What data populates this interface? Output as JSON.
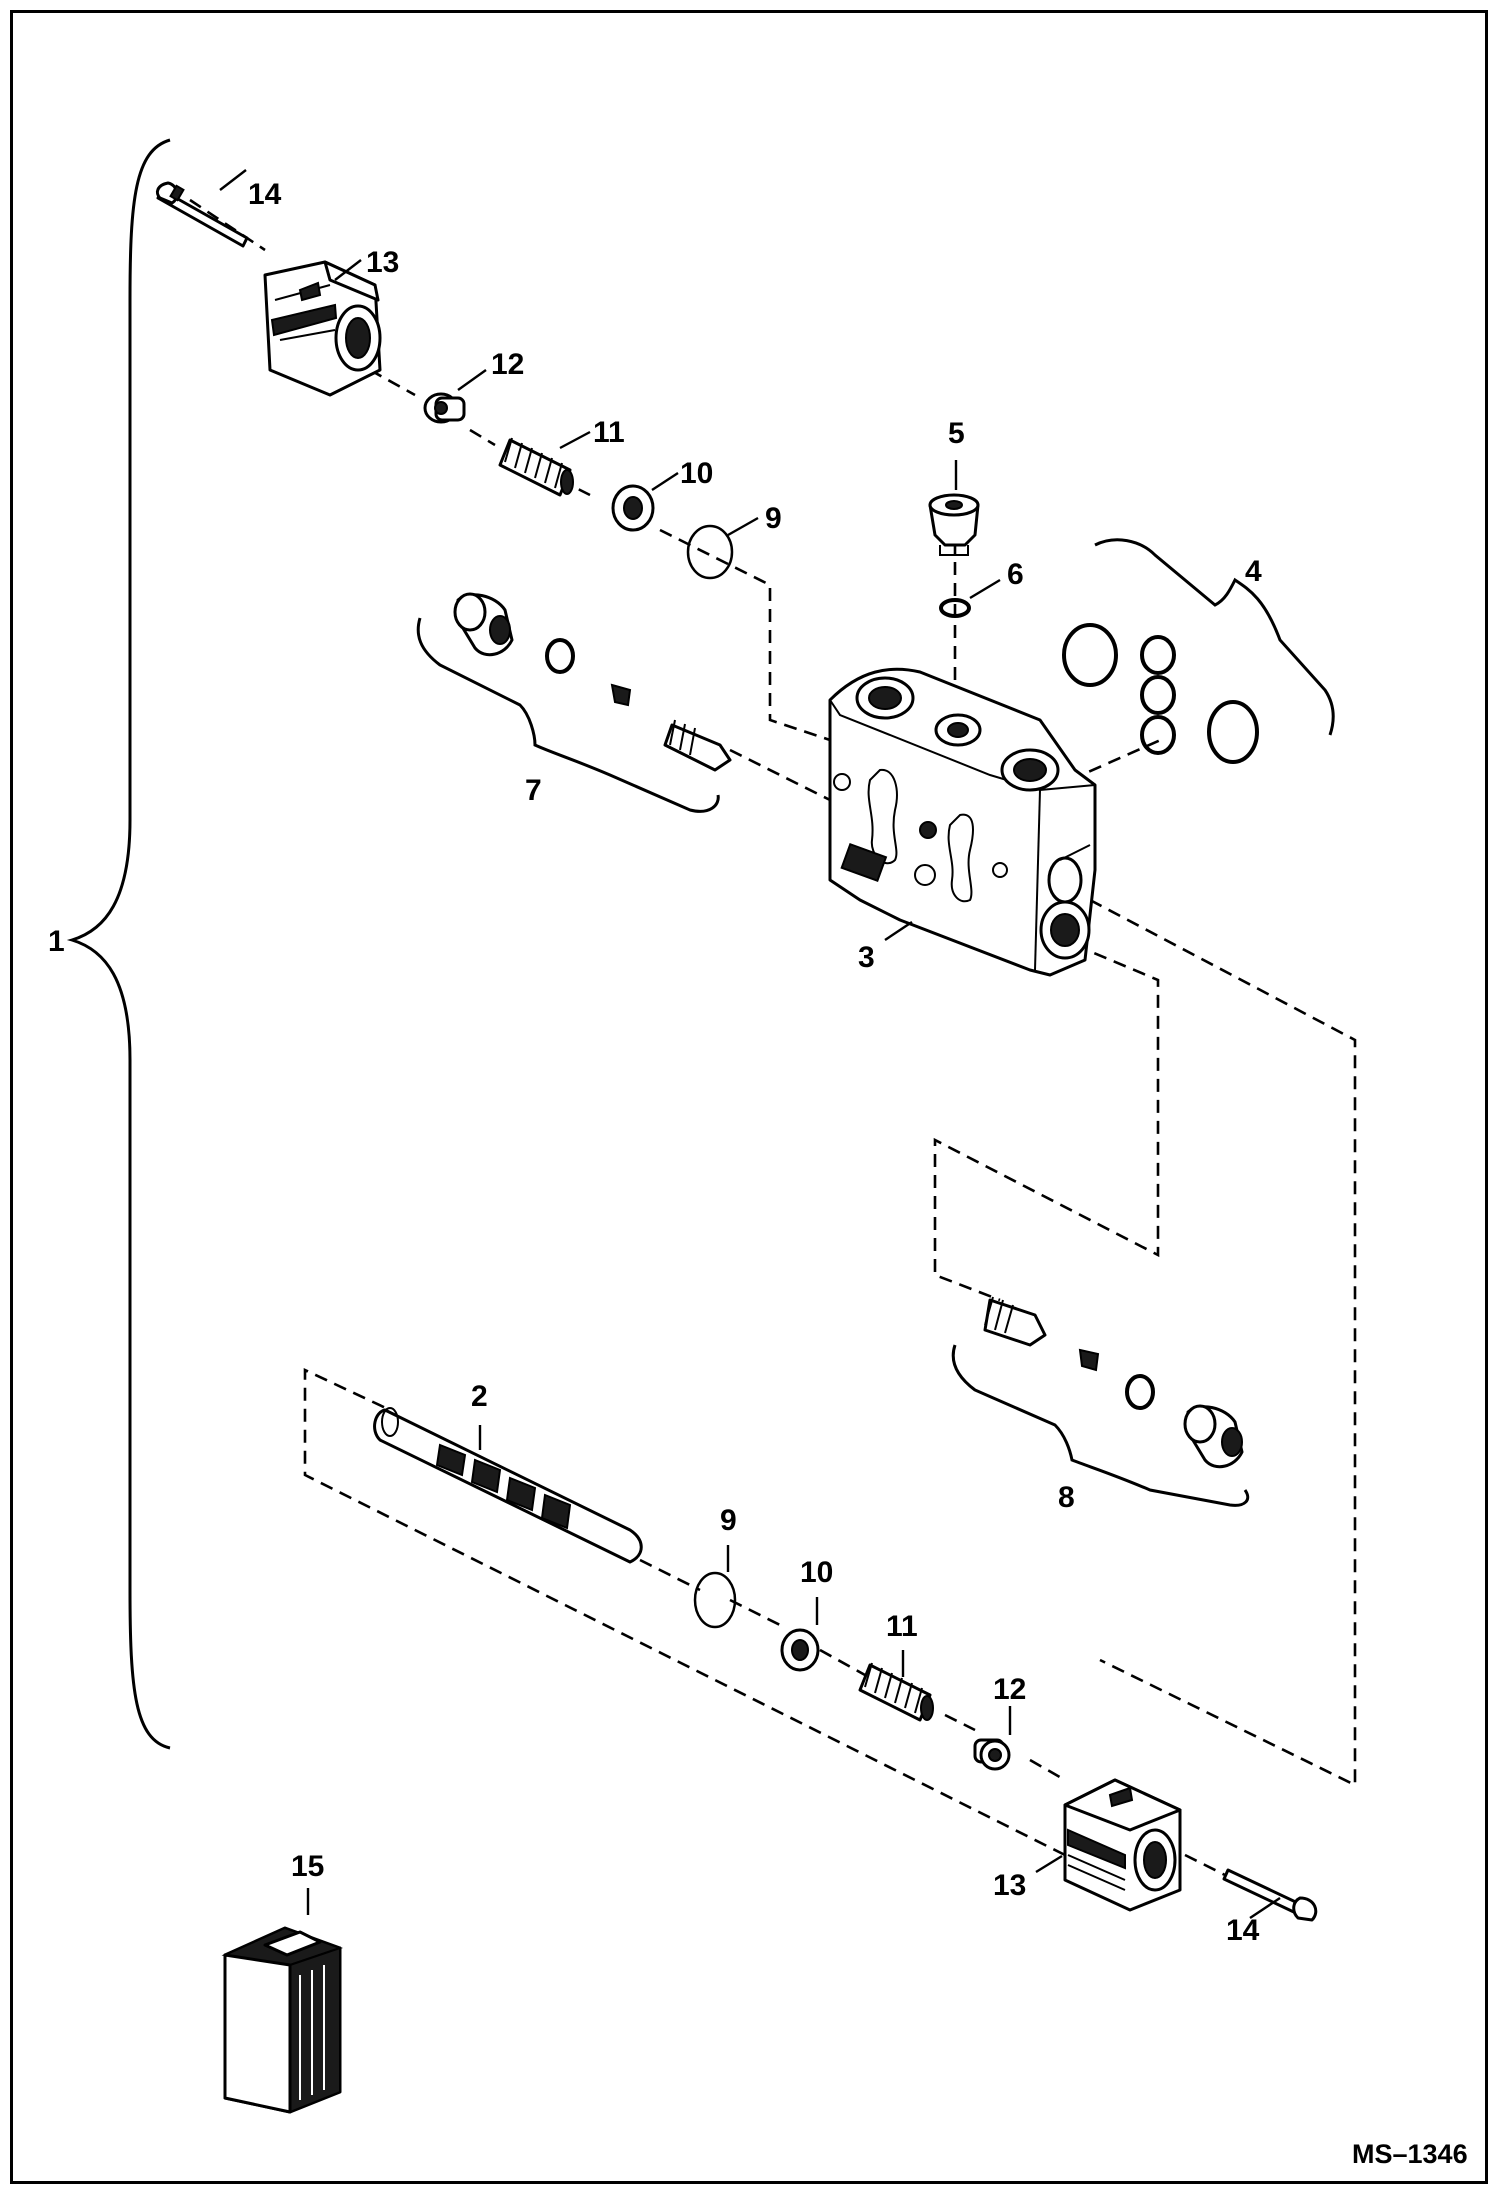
{
  "diagram": {
    "callouts": {
      "assembly": "1",
      "spool": "2",
      "valve_body": "3",
      "seal_kit": "4",
      "plug": "5",
      "o_ring_6": "6",
      "relief_valve_upper": "7",
      "relief_valve_lower": "8",
      "o_ring_9_upper": "9",
      "o_ring_9_lower": "9",
      "washer_10_upper": "10",
      "washer_10_lower": "10",
      "spring_11_upper": "11",
      "spring_11_lower": "11",
      "retainer_12_upper": "12",
      "retainer_12_lower": "12",
      "cap_13_upper": "13",
      "cap_13_lower": "13",
      "bolt_14_upper": "14",
      "bolt_14_lower": "14",
      "kit_box": "15"
    },
    "figure_code": "MS–1346"
  }
}
